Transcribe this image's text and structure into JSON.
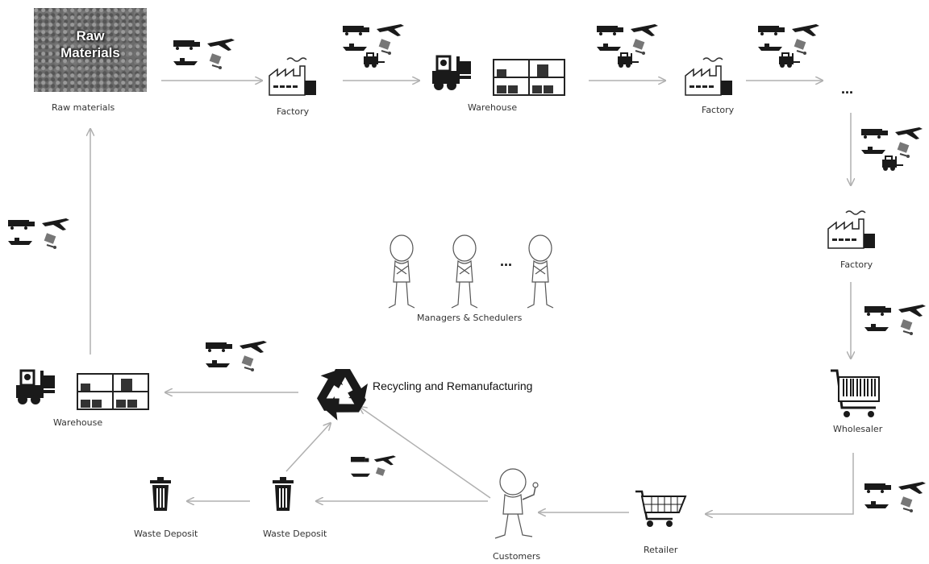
{
  "raw_image_text": {
    "line1": "Raw",
    "line2": "Materials"
  },
  "nodes": {
    "raw_materials": "Raw materials",
    "factory_1": "Factory",
    "warehouse_1": "Warehouse",
    "factory_2": "Factory",
    "ellipsis_top": "...",
    "factory_3": "Factory",
    "wholesaler": "Wholesaler",
    "retailer": "Retailer",
    "customers": "Customers",
    "waste_deposit_1": "Waste Deposit",
    "waste_deposit_2": "Waste Deposit",
    "recycling": "Recycling and Remanufacturing",
    "warehouse_2": "Warehouse",
    "managers": "Managers & Schedulers",
    "managers_ellipsis": "..."
  },
  "icons": [
    "raw-materials-image",
    "factory-icon",
    "warehouse-icon",
    "forklift-icon",
    "truck-icon",
    "airplane-icon",
    "ship-icon",
    "hand-truck-icon",
    "shopping-cart-icon",
    "trash-can-icon",
    "recycle-icon",
    "person-icon"
  ]
}
